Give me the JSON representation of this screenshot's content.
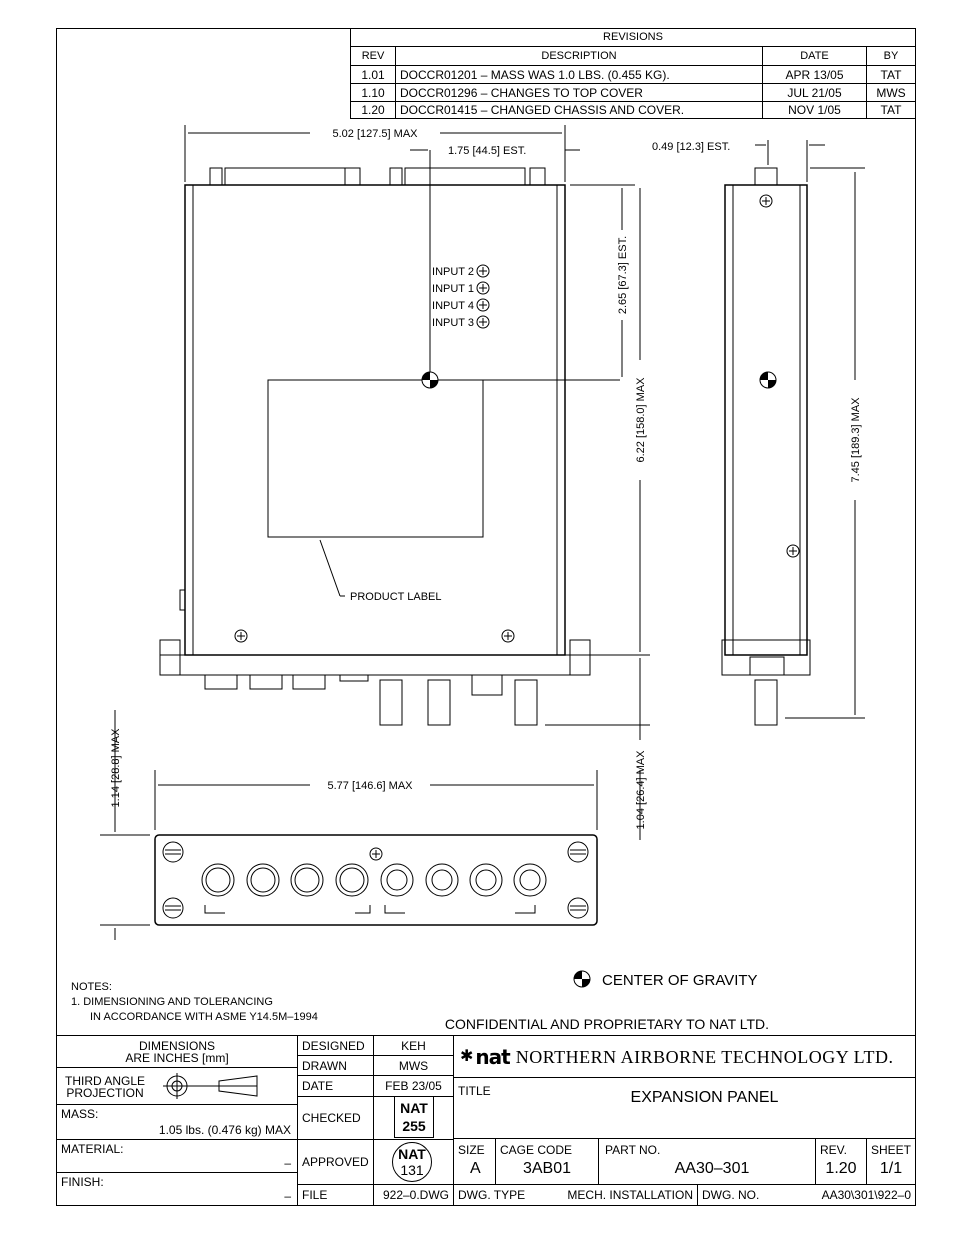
{
  "revisions": {
    "title": "REVISIONS",
    "headers": {
      "rev": "REV",
      "description": "DESCRIPTION",
      "date": "DATE",
      "by": "BY"
    },
    "rows": [
      {
        "rev": "1.01",
        "description": "DOCCR01201 – MASS WAS 1.0 LBS. (0.455 KG).",
        "date": "APR 13/05",
        "by": "TAT"
      },
      {
        "rev": "1.10",
        "description": "DOCCR01296 – CHANGES TO TOP COVER",
        "date": "JUL 21/05",
        "by": "MWS"
      },
      {
        "rev": "1.20",
        "description": "DOCCR01415 – CHANGED CHASSIS AND COVER.",
        "date": "NOV 1/05",
        "by": "TAT"
      }
    ]
  },
  "drawing": {
    "dim_width_top": "5.02 [127.5] MAX",
    "dim_cg_x": "1.75 [44.5] EST.",
    "dim_cg_side": "0.49 [12.3] EST.",
    "dim_cg_y": "2.65 [67.3] EST.",
    "dim_length": "6.22 [158.0] MAX",
    "dim_side_length": "7.45 [189.3] MAX",
    "dim_knob": "1.04 [26.4] MAX",
    "dim_front_height": "1.14 [28.8] MAX",
    "dim_front_width": "5.77 [146.6] MAX",
    "inputs": [
      "INPUT 2",
      "INPUT 1",
      "INPUT 4",
      "INPUT 3"
    ],
    "product_label": "PRODUCT LABEL",
    "cg_legend": "CENTER OF GRAVITY"
  },
  "notes": {
    "title": "NOTES:",
    "line1": "1. DIMENSIONING AND TOLERANCING",
    "line2": "IN ACCORDANCE WITH ASME Y14.5M–1994"
  },
  "confidential": "CONFIDENTIAL AND PROPRIETARY TO NAT LTD.",
  "title_block": {
    "dimensions_1": "DIMENSIONS",
    "dimensions_2": "ARE INCHES [mm]",
    "projection_1": "THIRD ANGLE",
    "projection_2": "PROJECTION",
    "mass_label": "MASS:",
    "mass_value": "1.05 lbs. (0.476 kg) MAX",
    "material_label": "MATERIAL:",
    "material_value": "–",
    "finish_label": "FINISH:",
    "finish_value": "–",
    "designed_label": "DESIGNED",
    "designed_value": "KEH",
    "drawn_label": "DRAWN",
    "drawn_value": "MWS",
    "date_label": "DATE",
    "date_value": "FEB 23/05",
    "checked_label": "CHECKED",
    "checked_stamp_1": "NAT",
    "checked_stamp_2": "255",
    "approved_label": "APPROVED",
    "approved_stamp_1": "NAT",
    "approved_stamp_2": "131",
    "file_label": "FILE",
    "file_value": "922–0.DWG",
    "logo_text": "nat",
    "company": "NORTHERN AIRBORNE TECHNOLOGY LTD.",
    "title_label": "TITLE",
    "title_value": "EXPANSION PANEL",
    "size_label": "SIZE",
    "size_value": "A",
    "cage_label": "CAGE CODE",
    "cage_value": "3AB01",
    "part_label": "PART NO.",
    "part_value": "AA30–301",
    "rev_label": "REV.",
    "rev_value": "1.20",
    "sheet_label": "SHEET",
    "sheet_value": "1/1",
    "dwg_type_label": "DWG. TYPE",
    "dwg_type_value": "MECH. INSTALLATION",
    "dwg_no_label": "DWG. NO.",
    "dwg_no_value": "AA30\\301\\922–0"
  }
}
